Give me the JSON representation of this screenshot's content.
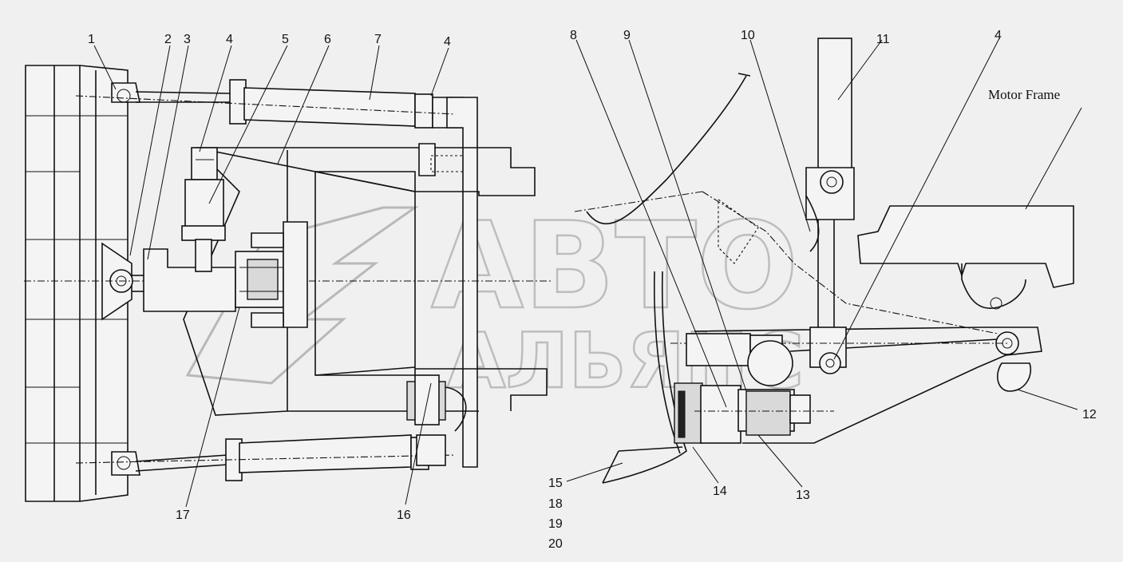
{
  "diagram": {
    "labels": {
      "n1": "1",
      "n2": "2",
      "n3": "3",
      "n4a": "4",
      "n5": "5",
      "n6": "6",
      "n7": "7",
      "n4b": "4",
      "n8": "8",
      "n9": "9",
      "n10": "10",
      "n11": "11",
      "n4c": "4",
      "n12": "12",
      "n13": "13",
      "n14": "14",
      "n15": "15",
      "n16": "16",
      "n17": "17",
      "n18": "18",
      "n19": "19",
      "n20": "20"
    },
    "motor_frame": "Motor Frame"
  },
  "watermark": {
    "line1": "АВТО",
    "line2": "АЛЬЯНС"
  }
}
